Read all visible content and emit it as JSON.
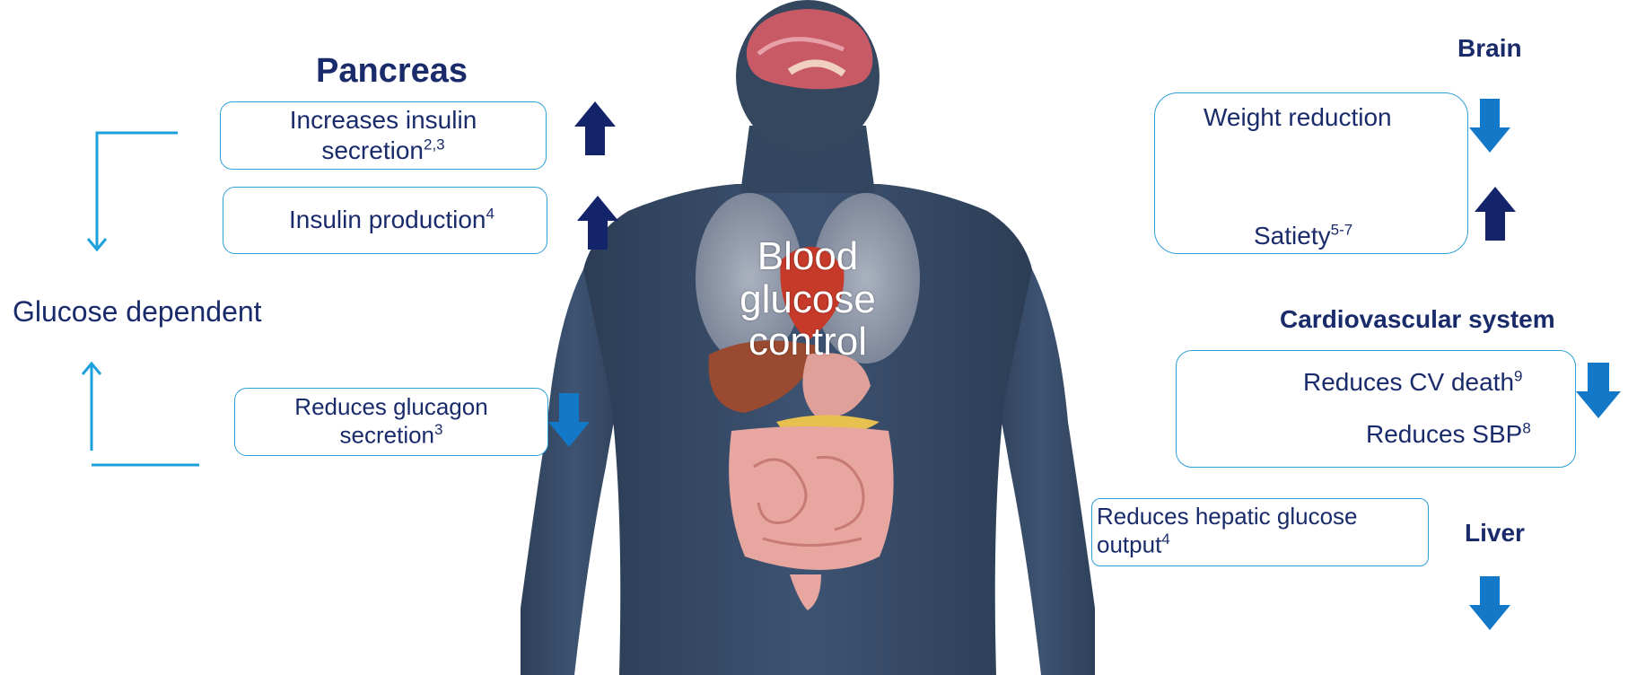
{
  "pancreas": {
    "title": "Pancreas",
    "insulin_secretion": {
      "text": "Increases insulin",
      "text2": "secretion",
      "sup": "2,3"
    },
    "insulin_production": {
      "text": "Insulin production",
      "sup": "4"
    },
    "glucagon": {
      "text": "Reduces glucagon",
      "text2": "secretion",
      "sup": "3"
    }
  },
  "glucose_dependent": "Glucose dependent",
  "center_label": {
    "line1": "Blood",
    "line2": "glucose",
    "line3": "control"
  },
  "brain": {
    "title": "Brain",
    "weight": "Weight reduction",
    "satiety": {
      "text": "Satiety",
      "sup": "5-7"
    }
  },
  "cardio": {
    "title": "Cardiovascular system",
    "cv_death": {
      "text": "Reduces CV death",
      "sup": "9"
    },
    "sbp": {
      "text": "Reduces SBP",
      "sup": "8"
    }
  },
  "liver": {
    "title": "Liver",
    "hepatic": {
      "text": "Reduces hepatic glucose",
      "text2": "output",
      "sup": "4"
    }
  },
  "colors": {
    "dark_arrow": "#14246b",
    "light_arrow": "#1478c8",
    "bracket": "#1ea0dc",
    "box_border": "#2e9fd6"
  }
}
